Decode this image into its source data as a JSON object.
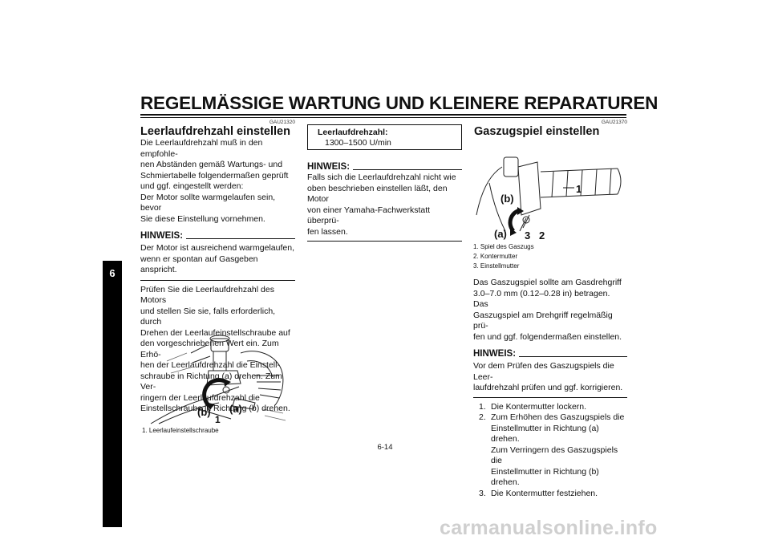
{
  "header": {
    "title": "REGELMÄSSIGE WARTUNG UND KLEINERE REPARATUREN",
    "chapter_tab": "6"
  },
  "left_column": {
    "code": "GAU21320",
    "heading": "Leerlaufdrehzahl einstellen",
    "intro": "Die Leerlaufdrehzahl muß in den empfohle-\nnen Abständen gemäß Wartungs- und\nSchmiertabelle folgendermaßen geprüft\nund ggf. eingestellt werden:\nDer Motor sollte warmgelaufen sein, bevor\nSie diese Einstellung vornehmen.",
    "hinweis_label": "HINWEIS:",
    "hinweis_text": "Der Motor ist ausreichend warmgelaufen,\nwenn er spontan auf Gasgeben anspricht.",
    "procedure": "Prüfen Sie die Leerlaufdrehzahl des Motors\nund stellen Sie sie, falls erforderlich, durch\nDrehen der Leerlaufeinstellschraube auf\nden vorgeschriebenen Wert ein. Zum Erhö-\nhen der Leerlaufdrehzahl die Einstell-\nschraube in Richtung (a) drehen. Zum Ver-\nringern der Leerlaufdrehzahl die\nEinstellschraube in Richtung (b) drehen.",
    "figure_labels": {
      "a": "(a)",
      "b": "(b)",
      "n1": "1"
    },
    "caption": "1. Leerlaufeinstellschraube"
  },
  "middle_column": {
    "spec_label": "Leerlaufdrehzahl:",
    "spec_value": "1300–1500 U/min",
    "hinweis_label": "HINWEIS:",
    "hinweis_text": "Falls sich die Leerlaufdrehzahl nicht wie\noben beschrieben einstellen läßt, den Motor\nvon einer Yamaha-Fachwerkstatt überprü-\nfen lassen."
  },
  "right_column": {
    "code": "GAU21370",
    "heading": "Gaszugspiel einstellen",
    "figure_labels": {
      "b": "(b)",
      "a": "(a)",
      "n1": "1",
      "n2": "2",
      "n3": "3"
    },
    "captions": [
      "1. Spiel des Gaszugs",
      "2. Kontermutter",
      "3. Einstellmutter"
    ],
    "intro": "Das Gaszugspiel sollte am Gasdrehgriff\n3.0–7.0 mm (0.12–0.28 in) betragen. Das\nGaszugspiel am Drehgriff regelmäßig prü-\nfen und ggf. folgendermaßen einstellen.",
    "hinweis_label": "HINWEIS:",
    "hinweis_text": "Vor dem Prüfen des Gaszugspiels die Leer-\nlaufdrehzahl prüfen und ggf. korrigieren.",
    "steps": [
      {
        "num": "1.",
        "text": "Die Kontermutter lockern."
      },
      {
        "num": "2.",
        "text": "Zum Erhöhen des Gaszugspiels die\nEinstellmutter in Richtung (a) drehen.\nZum Verringern des Gaszugspiels die\nEinstellmutter in Richtung (b) drehen."
      },
      {
        "num": "3.",
        "text": "Die Kontermutter festziehen."
      }
    ]
  },
  "footer": {
    "page_number": "6-14",
    "watermark": "carmanualsonline.info"
  }
}
